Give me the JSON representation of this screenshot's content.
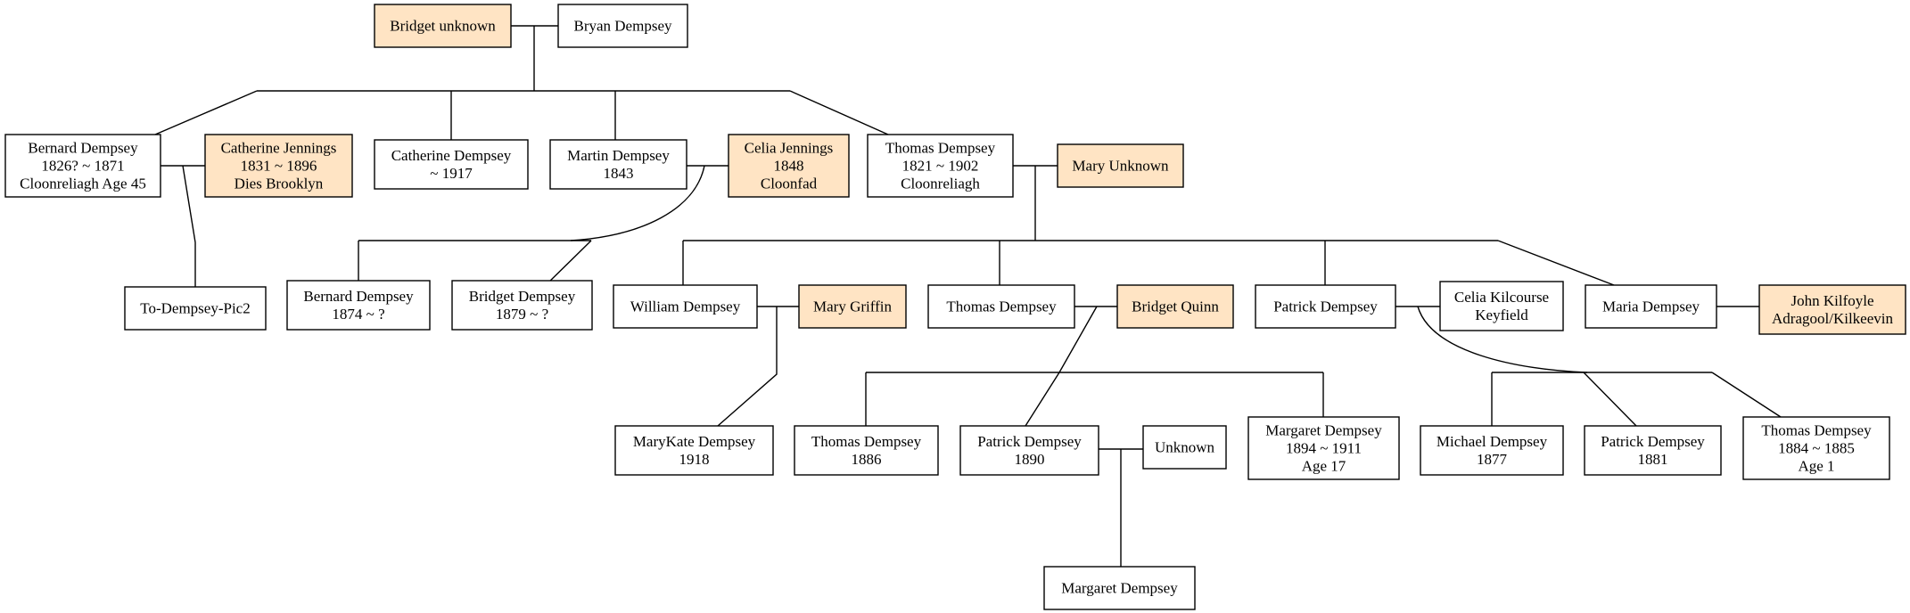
{
  "colors": {
    "person_fill": "#ffffff",
    "spouse_fill": "#ffe4c4",
    "line": "#000000"
  },
  "nodes": {
    "bridget_unknown": {
      "kind": "spouse",
      "lines": [
        "Bridget unknown"
      ]
    },
    "bryan_dempsey": {
      "kind": "person",
      "lines": [
        "Bryan Dempsey"
      ]
    },
    "bernard_dempsey_1826": {
      "kind": "person",
      "lines": [
        "Bernard Dempsey",
        "1826? ~ 1871",
        "Cloonreliagh Age 45"
      ]
    },
    "catherine_jennings": {
      "kind": "spouse",
      "lines": [
        "Catherine Jennings",
        "1831 ~ 1896",
        "Dies Brooklyn"
      ]
    },
    "catherine_dempsey": {
      "kind": "person",
      "lines": [
        "Catherine Dempsey",
        "~ 1917"
      ]
    },
    "martin_dempsey": {
      "kind": "person",
      "lines": [
        "Martin Dempsey",
        "1843"
      ]
    },
    "celia_jennings": {
      "kind": "spouse",
      "lines": [
        "Celia Jennings",
        "1848",
        "Cloonfad"
      ]
    },
    "thomas_dempsey_1821": {
      "kind": "person",
      "lines": [
        "Thomas Dempsey",
        "1821 ~ 1902",
        "Cloonreliagh"
      ]
    },
    "mary_unknown": {
      "kind": "spouse",
      "lines": [
        "Mary Unknown"
      ]
    },
    "to_dempsey_pic2": {
      "kind": "person",
      "lines": [
        "To-Dempsey-Pic2"
      ]
    },
    "bernard_dempsey_1874": {
      "kind": "person",
      "lines": [
        "Bernard Dempsey",
        "1874 ~ ?"
      ]
    },
    "bridget_dempsey_1879": {
      "kind": "person",
      "lines": [
        "Bridget Dempsey",
        "1879 ~ ?"
      ]
    },
    "william_dempsey": {
      "kind": "person",
      "lines": [
        "William Dempsey"
      ]
    },
    "mary_griffin": {
      "kind": "spouse",
      "lines": [
        "Mary Griffin"
      ]
    },
    "thomas_dempsey_son": {
      "kind": "person",
      "lines": [
        "Thomas Dempsey"
      ]
    },
    "bridget_quinn": {
      "kind": "spouse",
      "lines": [
        "Bridget Quinn"
      ]
    },
    "patrick_dempsey_son": {
      "kind": "person",
      "lines": [
        "Patrick Dempsey"
      ]
    },
    "celia_kilcourse": {
      "kind": "person",
      "lines": [
        "Celia Kilcourse",
        "Keyfield"
      ]
    },
    "maria_dempsey": {
      "kind": "person",
      "lines": [
        "Maria Dempsey"
      ]
    },
    "john_kilfoyle": {
      "kind": "spouse",
      "lines": [
        "John Kilfoyle",
        "Adragool/Kilkeevin"
      ]
    },
    "marykate_dempsey": {
      "kind": "person",
      "lines": [
        "MaryKate Dempsey",
        "1918"
      ]
    },
    "thomas_dempsey_1886": {
      "kind": "person",
      "lines": [
        "Thomas Dempsey",
        "1886"
      ]
    },
    "patrick_dempsey_1890": {
      "kind": "person",
      "lines": [
        "Patrick Dempsey",
        "1890"
      ]
    },
    "unknown": {
      "kind": "person",
      "lines": [
        "Unknown"
      ]
    },
    "margaret_dempsey_1894": {
      "kind": "person",
      "lines": [
        "Margaret Dempsey",
        "1894 ~ 1911",
        "Age 17"
      ]
    },
    "michael_dempsey": {
      "kind": "person",
      "lines": [
        "Michael Dempsey",
        "1877"
      ]
    },
    "patrick_dempsey_1881": {
      "kind": "person",
      "lines": [
        "Patrick Dempsey",
        "1881"
      ]
    },
    "thomas_dempsey_1884": {
      "kind": "person",
      "lines": [
        "Thomas Dempsey",
        "1884 ~ 1885",
        "Age 1"
      ]
    },
    "margaret_dempsey": {
      "kind": "person",
      "lines": [
        "Margaret Dempsey"
      ]
    }
  }
}
